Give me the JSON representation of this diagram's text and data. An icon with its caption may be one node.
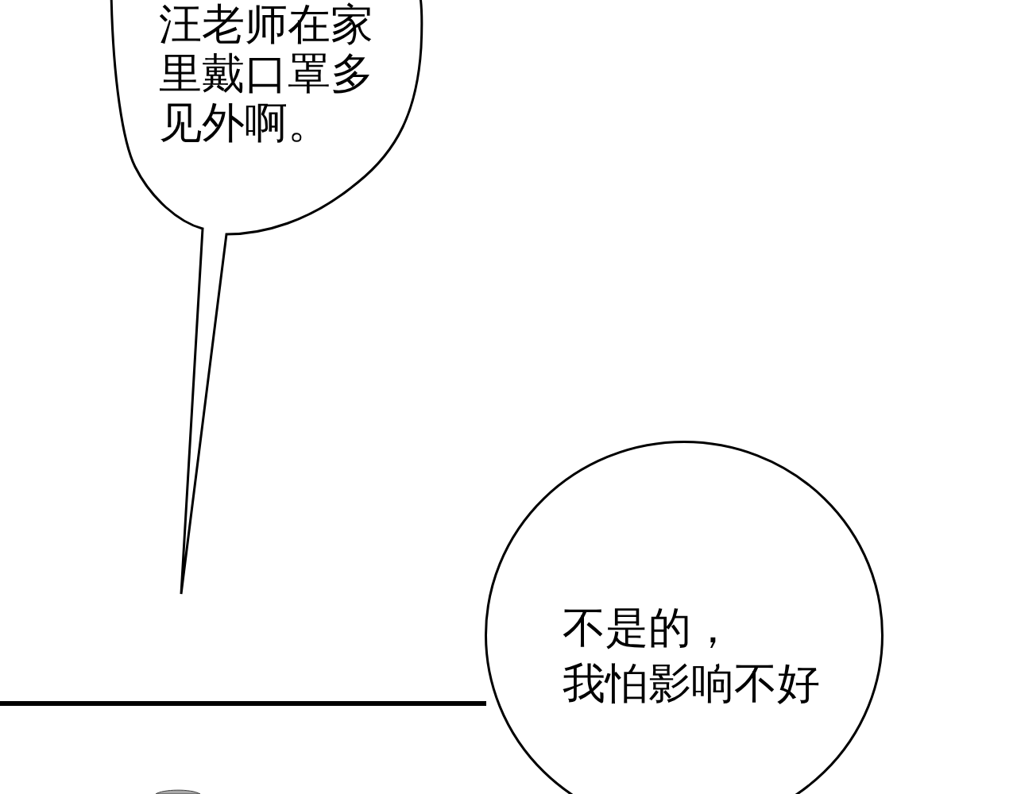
{
  "diagram": {
    "nodes": [
      {
        "text": [
          "汪老师在家里戴口罩多见外啊。"
        ]
      },
      {
        "text": [
          "不是的，",
          "我怕影响不好"
        ]
      }
    ]
  }
}
